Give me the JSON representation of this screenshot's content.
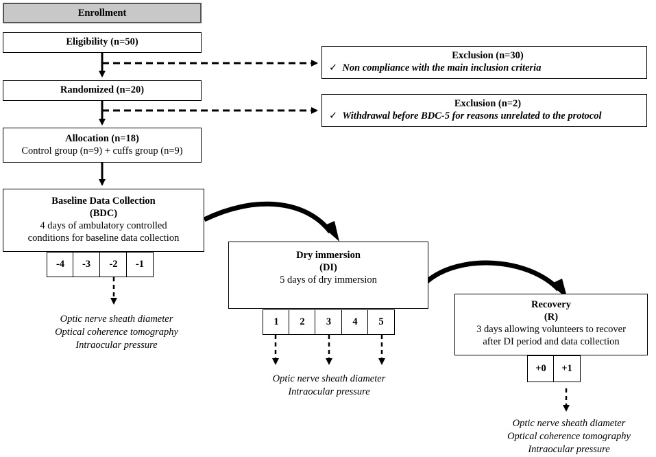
{
  "enrollment": {
    "title": "Enrollment"
  },
  "eligibility": {
    "title": "Eligibility (n=50)"
  },
  "exclusion1": {
    "title": "Exclusion (n=30)",
    "check": "✓",
    "text": "Non compliance with the main inclusion criteria"
  },
  "randomized": {
    "title": "Randomized (n=20)"
  },
  "exclusion2": {
    "title": "Exclusion (n=2)",
    "check": "✓",
    "text": "Withdrawal before BDC-5 for reasons unrelated to the protocol"
  },
  "allocation": {
    "title": "Allocation (n=18)",
    "text": "Control group (n=9) + cuffs group (n=9)"
  },
  "bdc": {
    "title": "Baseline Data Collection",
    "abbr": "(BDC)",
    "line1": "4 days of ambulatory controlled",
    "line2": "conditions for baseline data collection",
    "days": [
      "-4",
      "-3",
      "-2",
      "-1"
    ],
    "measures": [
      "Optic nerve sheath diameter",
      "Optical coherence tomography",
      "Intraocular pressure"
    ]
  },
  "di": {
    "title": "Dry immersion",
    "abbr": "(DI)",
    "line1": "5 days of dry immersion",
    "days": [
      "1",
      "2",
      "3",
      "4",
      "5"
    ],
    "measures": [
      "Optic nerve sheath diameter",
      "Intraocular pressure"
    ]
  },
  "recovery": {
    "title": "Recovery",
    "abbr": "(R)",
    "line1": "3 days allowing volunteers to recover",
    "line2": "after DI period and data collection",
    "days": [
      "+0",
      "+1"
    ],
    "measures": [
      "Optic nerve sheath diameter",
      "Optical coherence tomography",
      "Intraocular pressure"
    ]
  }
}
